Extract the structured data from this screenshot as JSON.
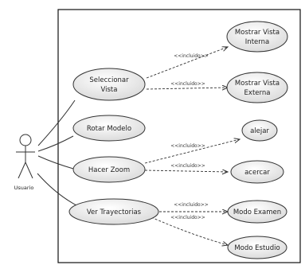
{
  "diagram": {
    "type": "use-case",
    "actor": {
      "label": "Usuario",
      "icon": "stick-figure-actor-icon"
    },
    "use_cases": [
      {
        "id": "uc1",
        "label_lines": [
          "Seleccionar",
          "Vista"
        ]
      },
      {
        "id": "uc2",
        "label_lines": [
          "Rotar Modelo"
        ]
      },
      {
        "id": "uc3",
        "label_lines": [
          "Hacer Zoom"
        ]
      },
      {
        "id": "uc4",
        "label_lines": [
          "Ver Trayectorias"
        ]
      },
      {
        "id": "uc5",
        "label_lines": [
          "Mostrar Vista",
          "Interna"
        ]
      },
      {
        "id": "uc6",
        "label_lines": [
          "Mostrar Vista",
          "Externa"
        ]
      },
      {
        "id": "uc7",
        "label_lines": [
          "alejar"
        ]
      },
      {
        "id": "uc8",
        "label_lines": [
          "acercar"
        ]
      },
      {
        "id": "uc9",
        "label_lines": [
          "Modo Examen"
        ]
      },
      {
        "id": "uc10",
        "label_lines": [
          "Modo Estudio"
        ]
      }
    ],
    "associations": [
      {
        "from": "actor",
        "to": "uc1"
      },
      {
        "from": "actor",
        "to": "uc2"
      },
      {
        "from": "actor",
        "to": "uc3"
      },
      {
        "from": "actor",
        "to": "uc4"
      }
    ],
    "relationships": [
      {
        "from": "uc1",
        "to": "uc5",
        "stereotype": "<<incluido>>"
      },
      {
        "from": "uc1",
        "to": "uc6",
        "stereotype": "<<incluido>>"
      },
      {
        "from": "uc3",
        "to": "uc7",
        "stereotype": "<<incluido>>"
      },
      {
        "from": "uc3",
        "to": "uc8",
        "stereotype": "<<incluido>>"
      },
      {
        "from": "uc4",
        "to": "uc9",
        "stereotype": "<<incluido>>"
      },
      {
        "from": "uc4",
        "to": "uc10",
        "stereotype": "<<incluido>>"
      }
    ],
    "colors": {
      "ellipse_fill_light": "#ffffff",
      "ellipse_fill_dark": "#d9d9d9",
      "stroke": "#333333",
      "boundary": "#111111"
    }
  }
}
